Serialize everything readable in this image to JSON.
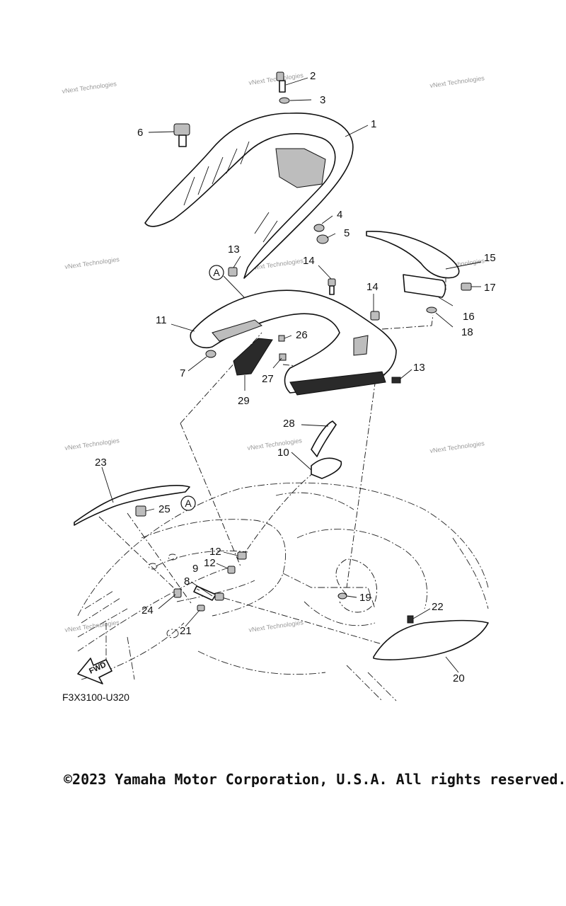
{
  "diagram": {
    "code": "F3X3100-U320",
    "fwd_label": "FWD",
    "ref_marker": "A",
    "watermark": "vNext Technologies",
    "callouts": [
      {
        "id": "1",
        "label": "1"
      },
      {
        "id": "2",
        "label": "2"
      },
      {
        "id": "3",
        "label": "3"
      },
      {
        "id": "4",
        "label": "4"
      },
      {
        "id": "5",
        "label": "5"
      },
      {
        "id": "6",
        "label": "6"
      },
      {
        "id": "7",
        "label": "7"
      },
      {
        "id": "8",
        "label": "8"
      },
      {
        "id": "9",
        "label": "9"
      },
      {
        "id": "10",
        "label": "10"
      },
      {
        "id": "11",
        "label": "11"
      },
      {
        "id": "12a",
        "label": "12"
      },
      {
        "id": "12b",
        "label": "12"
      },
      {
        "id": "13a",
        "label": "13"
      },
      {
        "id": "13b",
        "label": "13"
      },
      {
        "id": "14a",
        "label": "14"
      },
      {
        "id": "14b",
        "label": "14"
      },
      {
        "id": "15",
        "label": "15"
      },
      {
        "id": "16",
        "label": "16"
      },
      {
        "id": "17",
        "label": "17"
      },
      {
        "id": "18",
        "label": "18"
      },
      {
        "id": "19",
        "label": "19"
      },
      {
        "id": "20",
        "label": "20"
      },
      {
        "id": "21",
        "label": "21"
      },
      {
        "id": "22",
        "label": "22"
      },
      {
        "id": "23",
        "label": "23"
      },
      {
        "id": "24",
        "label": "24"
      },
      {
        "id": "25",
        "label": "25"
      },
      {
        "id": "26",
        "label": "26"
      },
      {
        "id": "27",
        "label": "27"
      },
      {
        "id": "28",
        "label": "28"
      },
      {
        "id": "29",
        "label": "29"
      }
    ]
  },
  "footer": {
    "copyright": "©2023 Yamaha Motor Corporation, U.S.A. All rights reserved."
  }
}
